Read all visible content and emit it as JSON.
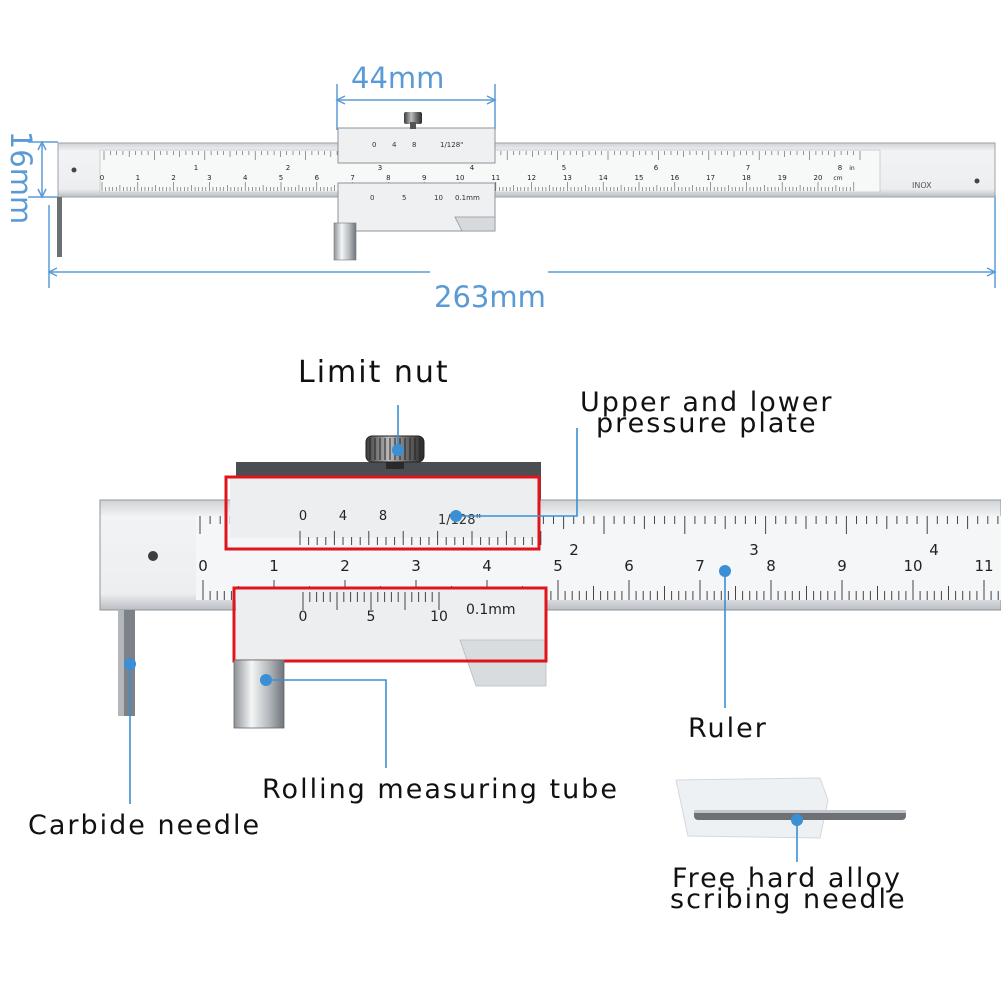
{
  "colors": {
    "dimension": "#5b9bd5",
    "leader": "#3b8fd4",
    "highlight_box": "#e0141b",
    "steel": "#e6e8ea",
    "steel_dark": "#9ea3a8",
    "label_text": "#111111"
  },
  "dimensions": {
    "slider_width": "44mm",
    "ruler_height": "16mm",
    "total_length": "263mm"
  },
  "top_ruler": {
    "upper_scale_numbers": [
      "1",
      "2",
      "3",
      "4",
      "5",
      "6",
      "7",
      "8"
    ],
    "upper_scale_unit": "in",
    "lower_scale_numbers": [
      "0",
      "1",
      "2",
      "3",
      "4",
      "5",
      "6",
      "7",
      "8",
      "9",
      "10",
      "11",
      "12",
      "13",
      "14",
      "15",
      "16",
      "17",
      "18",
      "19",
      "20"
    ],
    "lower_scale_unit": "cm",
    "brand_mark": "INOX",
    "slider_top_numbers": [
      "0",
      "4",
      "8"
    ],
    "slider_top_fraction": "1/128\"",
    "slider_bottom_numbers": [
      "0",
      "5",
      "10"
    ],
    "slider_bottom_precision": "0.1mm"
  },
  "detail_ruler": {
    "top_numbers": [
      "2",
      "3",
      "4"
    ],
    "bottom_numbers": [
      "0",
      "1",
      "2",
      "3",
      "4",
      "5",
      "6",
      "7",
      "8",
      "9",
      "10",
      "11"
    ],
    "slider_top_numbers": [
      "0",
      "4",
      "8"
    ],
    "slider_top_fraction": "1/128\"",
    "slider_bottom_numbers": [
      "0",
      "5",
      "10"
    ],
    "slider_bottom_precision": "0.1mm"
  },
  "labels": {
    "limit_nut": "Limit nut",
    "pressure_plate_line1": "Upper and lower",
    "pressure_plate_line2": "pressure plate",
    "ruler": "Ruler",
    "rolling_tube": "Rolling measuring tube",
    "carbide_needle": "Carbide needle",
    "free_needle_line1": "Free hard alloy",
    "free_needle_line2": "scribing needle"
  }
}
